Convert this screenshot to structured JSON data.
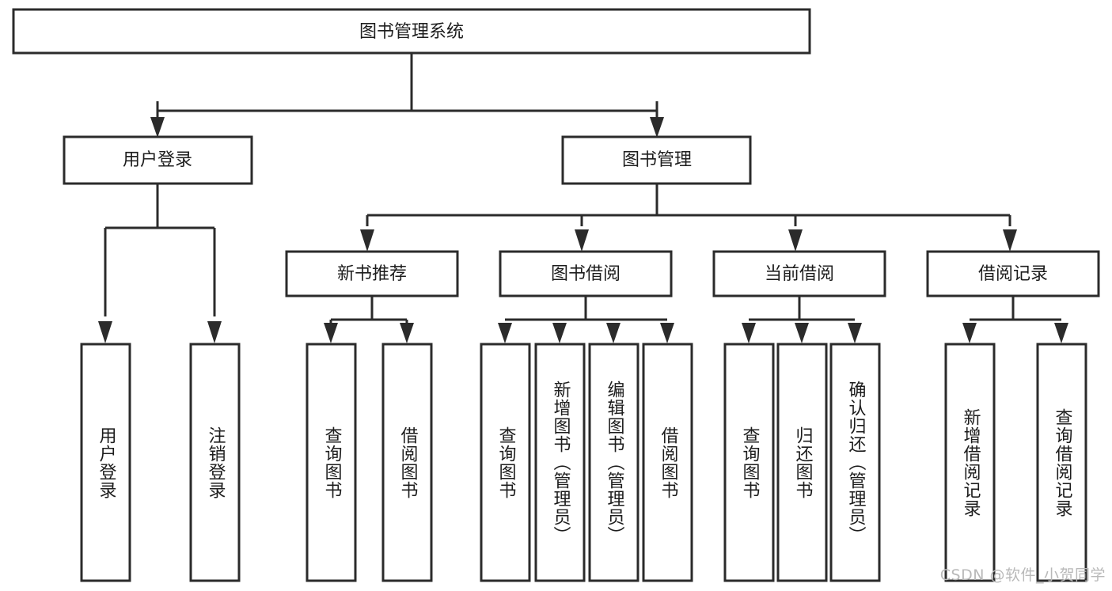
{
  "diagram": {
    "title": "图书管理系统",
    "type": "tree-hierarchy-diagram",
    "colors": {
      "box_stroke": "#2b2b2b",
      "box_fill": "#ffffff",
      "text": "#1d1d1d",
      "background": "#ffffff",
      "watermark": "#b9b9b9"
    },
    "root": {
      "label": "图书管理系统"
    },
    "level2": [
      {
        "label": "用户登录"
      },
      {
        "label": "图书管理"
      }
    ],
    "level3": [
      {
        "label": "新书推荐"
      },
      {
        "label": "图书借阅"
      },
      {
        "label": "当前借阅"
      },
      {
        "label": "借阅记录"
      }
    ],
    "leaves_user_login": [
      {
        "label": "用户登录"
      },
      {
        "label": "注销登录"
      }
    ],
    "leaves_new_book": [
      {
        "label": "查询图书"
      },
      {
        "label": "借阅图书"
      }
    ],
    "leaves_borrow": [
      {
        "label": "查询图书"
      },
      {
        "label": "新增图书（管理员）"
      },
      {
        "label": "编辑图书（管理员）"
      },
      {
        "label": "借阅图书"
      }
    ],
    "leaves_current": [
      {
        "label": "查询图书"
      },
      {
        "label": "归还图书"
      },
      {
        "label": "确认归还（管理员）"
      }
    ],
    "leaves_records": [
      {
        "label": "新增借阅记录"
      },
      {
        "label": "查询借阅记录"
      }
    ]
  },
  "watermark": {
    "text": "CSDN @软件_小贺同学"
  }
}
